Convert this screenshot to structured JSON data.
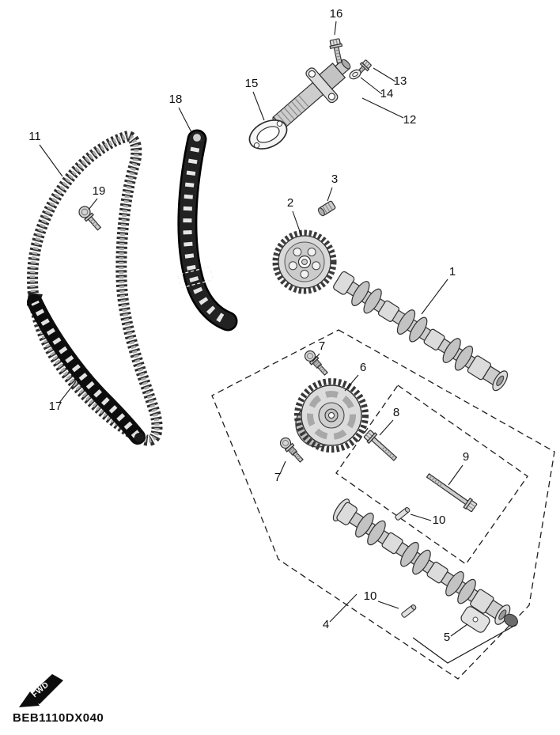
{
  "diagram": {
    "code": "BEB1110DX040",
    "fwd_label": "FWD",
    "type": "exploded-parts-diagram",
    "palette": {
      "ink": "#111111",
      "paper": "#ffffff",
      "metal_light": "#dcdcdc",
      "metal_mid": "#c6c6c6",
      "guide_dark": "#141414"
    }
  },
  "callouts": [
    {
      "num": "16"
    },
    {
      "num": "13"
    },
    {
      "num": "14"
    },
    {
      "num": "12"
    },
    {
      "num": "15"
    },
    {
      "num": "18"
    },
    {
      "num": "11"
    },
    {
      "num": "19"
    },
    {
      "num": "3"
    },
    {
      "num": "2"
    },
    {
      "num": "1"
    },
    {
      "num": "17"
    },
    {
      "num": "7"
    },
    {
      "num": "6"
    },
    {
      "num": "7"
    },
    {
      "num": "8"
    },
    {
      "num": "9"
    },
    {
      "num": "10"
    },
    {
      "num": "10"
    },
    {
      "num": "4"
    },
    {
      "num": "5"
    }
  ]
}
